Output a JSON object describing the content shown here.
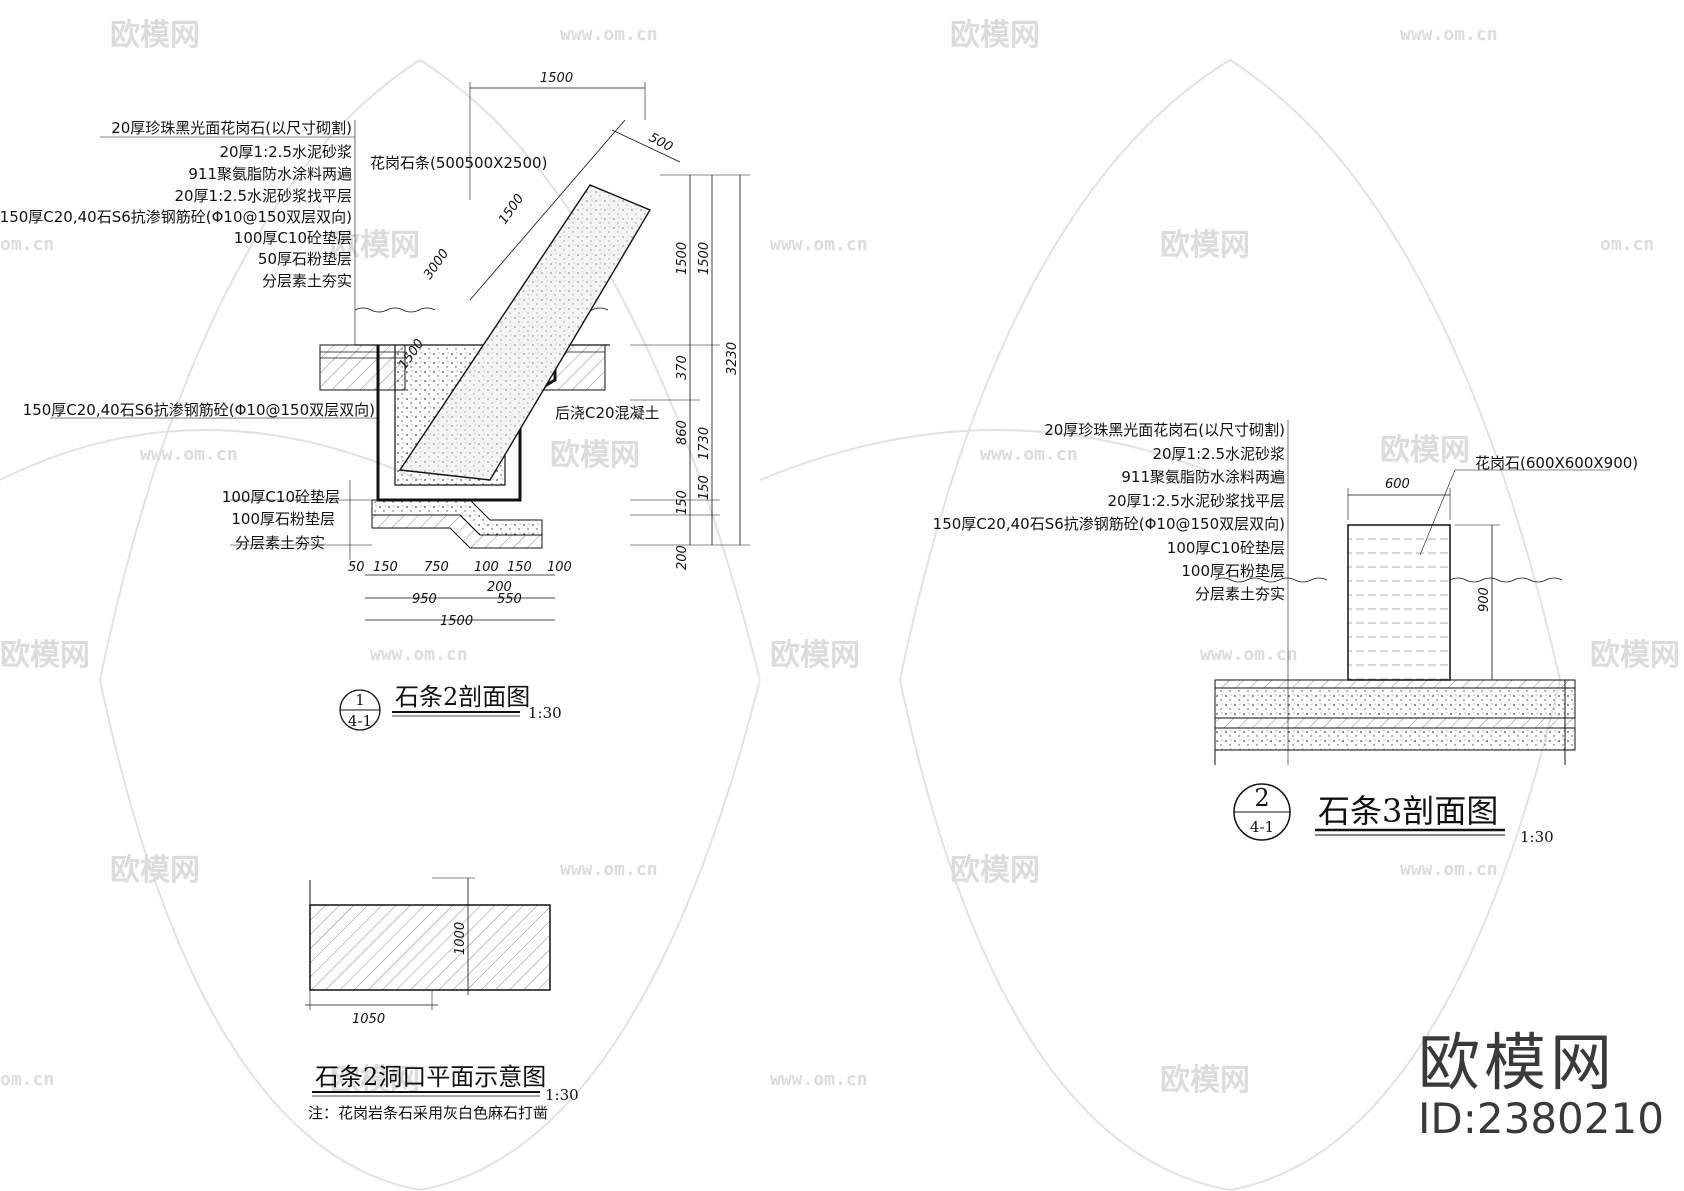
{
  "watermark": {
    "brand": "欧模网",
    "url": "www.om.cn",
    "url_partial": "om.cn"
  },
  "corner_brand": {
    "name": "欧模网",
    "id": "ID:2380210"
  },
  "section1": {
    "title": "石条2剖面图",
    "scale": "1:30",
    "symbol_num": "1",
    "symbol_sheet": "4-1",
    "layers_top": [
      "20厚珍珠黑光面花岗石(以尺寸砌割)",
      "20厚1:2.5水泥砂浆",
      "911聚氨脂防水涂料两遍",
      "20厚1:2.5水泥砂浆找平层",
      "150厚C20,40石S6抗渗钢筋砼(Φ10@150双层双向)",
      "100厚C10砼垫层",
      "50厚石粉垫层",
      "分层素土夯实"
    ],
    "wall_label": "150厚C20,40石S6抗渗钢筋砼(Φ10@150双层双向)",
    "layers_bottom": [
      "100厚C10砼垫层",
      "100厚石粉垫层",
      "分层素土夯实"
    ],
    "stone_label": "花岗石条(500500X2500)",
    "infill_label": "后浇C20混凝土",
    "dims_top": [
      "1500",
      "500"
    ],
    "dims_diag": [
      "3000",
      "1500",
      "1500"
    ],
    "dims_right": [
      "1500",
      "1500",
      "370",
      "3230",
      "860",
      "1730",
      "150",
      "150",
      "200"
    ],
    "dims_bottom_row1": [
      "50",
      "150",
      "750",
      "100",
      "150",
      "100"
    ],
    "dims_bottom_row2": [
      "950",
      "200",
      "550"
    ],
    "dims_bottom_row3": [
      "1500"
    ]
  },
  "section2": {
    "title": "石条3剖面图",
    "scale": "1:30",
    "symbol_num": "2",
    "symbol_sheet": "4-1",
    "layers": [
      "20厚珍珠黑光面花岗石(以尺寸砌割)",
      "20厚1:2.5水泥砂浆",
      "911聚氨脂防水涂料两遍",
      "20厚1:2.5水泥砂浆找平层",
      "150厚C20,40石S6抗渗钢筋砼(Φ10@150双层双向)",
      "100厚C10砼垫层",
      "100厚石粉垫层",
      "分层素土夯实"
    ],
    "stone_label": "花岗石(600X600X900)",
    "dim_width": "600",
    "dim_height": "900"
  },
  "plan": {
    "title": "石条2洞口平面示意图",
    "scale": "1:30",
    "dim_w": "1050",
    "dim_h": "1000",
    "note": "注：花岗岩条石采用灰白色麻石打凿"
  }
}
